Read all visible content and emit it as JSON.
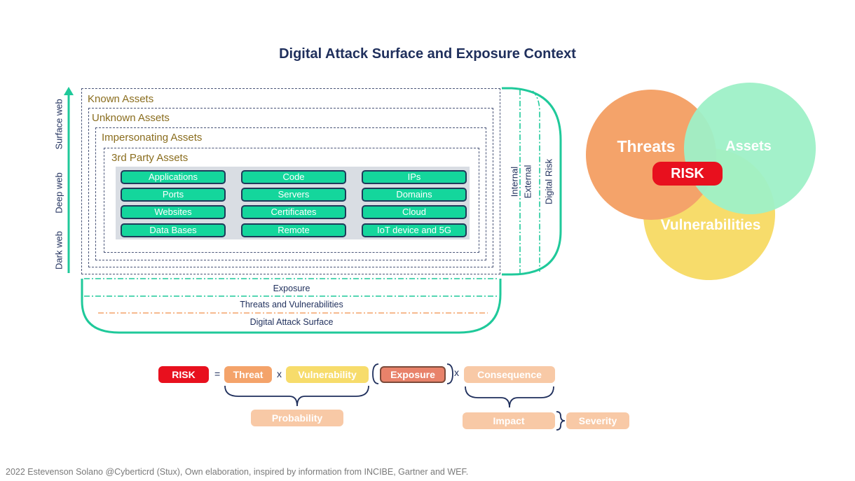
{
  "title": "Digital Attack Surface and Exposure Context",
  "web_layers": [
    "Surface web",
    "Deep web",
    "Dark web"
  ],
  "boxes": {
    "known": "Known Assets",
    "unknown": "Unknown Assets",
    "impersonating": "Impersonating Assets",
    "third_party": "3rd Party Assets"
  },
  "assets": [
    [
      "Applications",
      "Code",
      "IPs"
    ],
    [
      "Ports",
      "Servers",
      "Domains"
    ],
    [
      "Websites",
      "Certificates",
      "Cloud"
    ],
    [
      "Data Bases",
      "Remote",
      "IoT device and 5G"
    ]
  ],
  "side_labels": [
    "Internal",
    "External",
    "Digital Risk"
  ],
  "bottom_labels": [
    "Exposure",
    "Threats and Vulnerabilities",
    "Digital Attack Surface"
  ],
  "venn": {
    "threats": "Threats",
    "assets": "Assets",
    "vulnerabilities": "Vulnerabilities",
    "risk": "RISK",
    "colors": {
      "threats": "#f4a36a",
      "assets": "#9ef0c7",
      "vulnerabilities": "#f7dc6b",
      "risk": "#e8101e"
    }
  },
  "formula": {
    "risk": "RISK",
    "equals": "=",
    "threat": "Threat",
    "times1": "x",
    "vulnerability": "Vulnerability",
    "exposure": "Exposure",
    "times2": "x",
    "consequence": "Consequence",
    "probability": "Probability",
    "impact": "Impact",
    "severity": "Severity"
  },
  "footer": "2022 Estevenson Solano @Cyberticrd (Stux), Own elaboration, inspired by information from INCIBE, Gartner and WEF."
}
